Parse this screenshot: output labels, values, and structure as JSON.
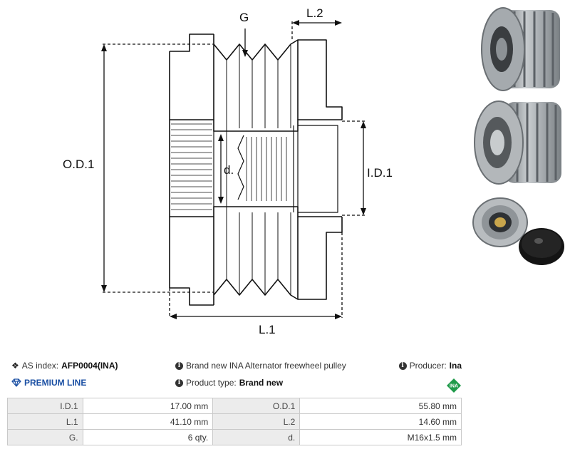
{
  "diagram": {
    "labels": {
      "g": "G",
      "l2": "L.2",
      "od1": "O.D.1",
      "id1": "I.D.1",
      "d": "d.",
      "l1": "L.1"
    }
  },
  "info": {
    "as_index_label": "AS index:",
    "as_index_value": "AFP0004(INA)",
    "description": "Brand new INA Alternator freewheel pulley",
    "producer_label": "Producer:",
    "producer_value": "Ina",
    "premium_line": "PREMIUM LINE",
    "product_type_label": "Product type:",
    "product_type_value": "Brand new",
    "producer_logo_text": "INA"
  },
  "specs": [
    {
      "l1": "I.D.1",
      "v1": "17.00 mm",
      "l2": "O.D.1",
      "v2": "55.80 mm"
    },
    {
      "l1": "L.1",
      "v1": "41.10 mm",
      "l2": "L.2",
      "v2": "14.60 mm"
    },
    {
      "l1": "G.",
      "v1": "6 qty.",
      "l2": "d.",
      "v2": "M16x1.5 mm"
    }
  ],
  "colors": {
    "premium": "#1a4fa3",
    "ina_green": "#1f9a4a",
    "table_label_bg": "#ececec"
  }
}
